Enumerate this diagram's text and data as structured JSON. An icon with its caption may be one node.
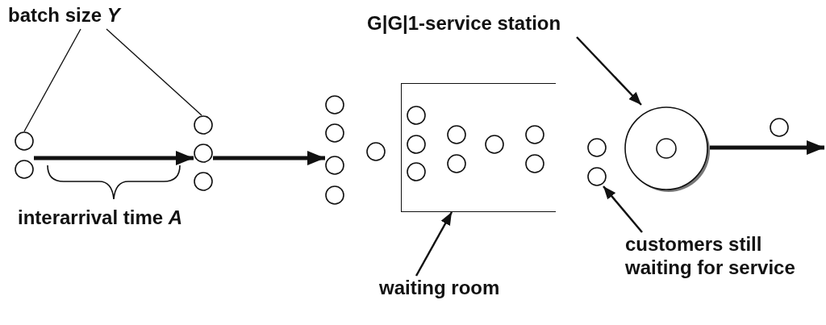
{
  "diagram": {
    "nodes": [
      {
        "text": [
          "batch size *Y*"
        ]
      },
      {
        "text": [],
        "shape": "circle"
      },
      {
        "text": [],
        "shape": "circle"
      },
      {
        "text": [
          "interarrival time *A*"
        ]
      },
      {
        "text": [],
        "shape": "circle"
      },
      {
        "text": [],
        "shape": "box"
      },
      {
        "text": [
          "waiting room"
        ]
      },
      {
        "text": [],
        "shape": "circle"
      },
      {
        "text": [
          "customers still waiting for service"
        ]
      },
      {
        "text": [],
        "shape": "circle"
      },
      {
        "text": [
          "G|G|1-service station"
        ]
      },
      {
        "text": [],
        "shape": "circle"
      },
      {
        "text": [],
        "shape": "circle"
      }
    ],
    "edges": [
      {
        "from": 0,
        "to": 1,
        "arrow": "none"
      },
      {
        "from": 0,
        "to": 2,
        "arrow": "none"
      },
      {
        "from": 1,
        "to": 2,
        "arrow": "to",
        "style": "thick"
      },
      {
        "from": 2,
        "to": 4,
        "arrow": "to",
        "style": "thick"
      },
      {
        "from": 9,
        "to": null,
        "arrow": "to",
        "style": "thick"
      },
      {
        "from": 10,
        "to": 9,
        "arrow": "to"
      },
      {
        "from": 6,
        "to": 5,
        "arrow": "to"
      },
      {
        "from": 8,
        "to": 7,
        "arrow": "to"
      }
    ]
  }
}
